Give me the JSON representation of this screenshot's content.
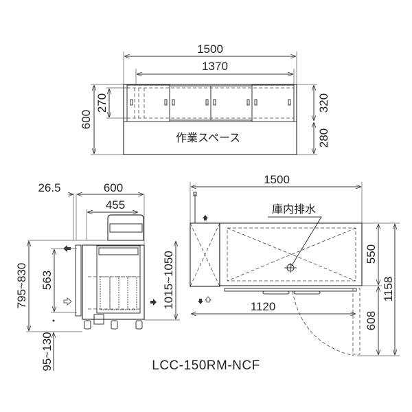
{
  "model": "LCC-150RM-NCF",
  "top_view": {
    "width_total": "1500",
    "width_inner": "1370",
    "depth_total": "600",
    "depth_drawer": "270",
    "depth_unit": "320",
    "depth_work": "280",
    "work_space_label": "作業スペース"
  },
  "side_view": {
    "offset": "26.5",
    "depth_total": "600",
    "depth_inner": "455",
    "height_range": "795~830",
    "inner_height": "563",
    "total_height_range": "1015~1050",
    "leg_height_range": "95~130"
  },
  "plan_view": {
    "width_total": "1500",
    "drain_label": "庫内排水",
    "depth_body": "550",
    "depth_total": "1158",
    "door_swing": "608",
    "door_width": "1120"
  }
}
